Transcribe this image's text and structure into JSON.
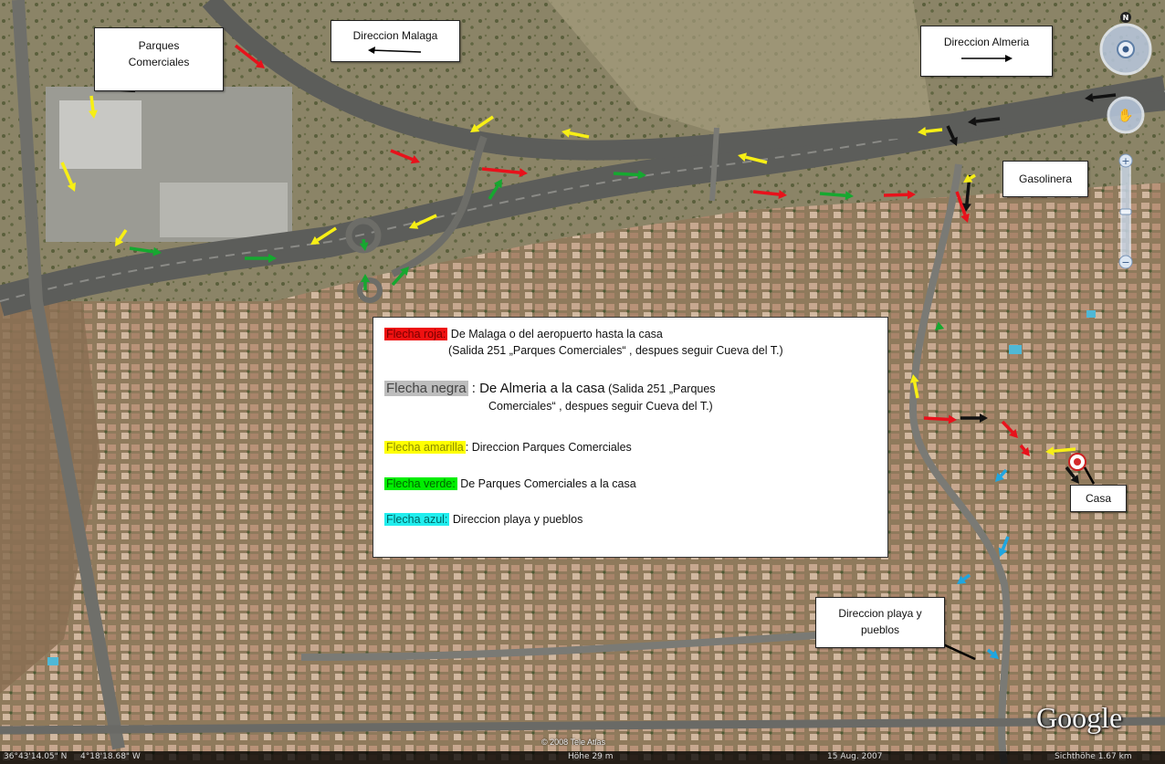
{
  "labels": {
    "parques": [
      "Parques",
      "Comerciales"
    ],
    "malaga": "Direccion Malaga",
    "almeria": "Direccion Almeria",
    "gasolinera": "Gasolinera",
    "casa": "Casa",
    "playa": [
      "Direccion playa y",
      "pueblos"
    ]
  },
  "legend": {
    "roja": {
      "tag": "Flecha roja:",
      "text": " De Malaga o del aeropuerto hasta la casa",
      "sub": "(Salida 251 „Parques Comerciales“ , despues seguir Cueva del T.)"
    },
    "negra": {
      "tag": "Flecha negra",
      "text_big": " : De Almeria a la casa",
      "text": " (Salida 251 „Parques",
      "sub": "Comerciales“ , despues seguir Cueva del T.)"
    },
    "amarilla": {
      "tag": "Flecha amarilla",
      "text": ": Direccion Parques Comerciales"
    },
    "verde": {
      "tag": "Flecha verde:",
      "text": " De Parques Comerciales a la casa"
    },
    "azul": {
      "tag": "Flecha azul:",
      "text": " Direccion playa y pueblos"
    }
  },
  "colors": {
    "roja": "#e8111b",
    "negra": "#111111",
    "amarilla": "#f7ef15",
    "verde": "#16a830",
    "azul": "#1fa6e0",
    "tag_red_bg": "#ee1111",
    "tag_gray_bg": "#bdbdbd",
    "tag_yellow_bg": "#ffff00",
    "tag_green_bg": "#00ee00",
    "tag_cyan_bg": "#22eeee"
  },
  "map": {
    "copyright": "© 2008 Tele Atlas",
    "brand": "Google",
    "compass_letter": "N"
  },
  "statusbar": {
    "lat": "36°43'14.05\" N",
    "lon": "4°18'18.68\" W",
    "hohe": "Höhe   29 m",
    "date": "15 Aug. 2007",
    "sicht": "Sichthöhe   1.67 km"
  }
}
